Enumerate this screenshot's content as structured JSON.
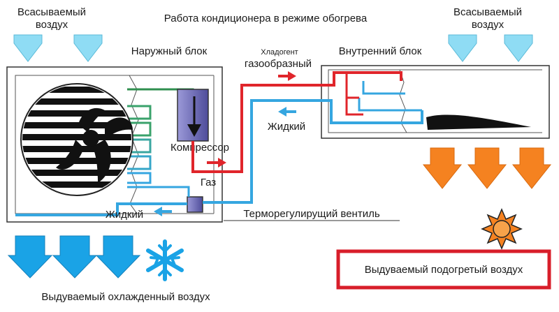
{
  "title": "Работа кондиционера  в режиме обогрева",
  "labels": {
    "intake_air_left_line1": "Всасываемый",
    "intake_air_left_line2": "воздух",
    "intake_air_right_line1": "Всасываемый",
    "intake_air_right_line2": "воздух",
    "outdoor_unit": "Наружный блок",
    "indoor_unit": "Внутренний блок",
    "refrigerant_line1": "Хладогент",
    "refrigerant_line2": "газообразный",
    "liquid_indoor": "Жидкий",
    "compressor": "Компрессор",
    "gas": "Газ",
    "liquid_outdoor": "Жидкий",
    "thermo_valve": "Терморегулирущий вентиль",
    "cooled_air": "Выдуваемый охлажденный воздух",
    "heated_air": "Выдуваемый подогретый воздух"
  },
  "colors": {
    "hot_line": "#e0252b",
    "cold_line": "#35a6e0",
    "intake_arrow": "#8fdcf4",
    "cold_air_arrow": "#1aa3e6",
    "warm_air_arrow": "#f58220",
    "heated_box_border": "#d81e2a",
    "compressor": "#6a68b6",
    "outdoor_coil": "#3aa26b",
    "indoor_coil_hot": "#e0252b",
    "indoor_coil_cold": "#35a6e0"
  },
  "icons": {
    "snowflake": "snowflake-icon",
    "sun": "sun-icon"
  }
}
